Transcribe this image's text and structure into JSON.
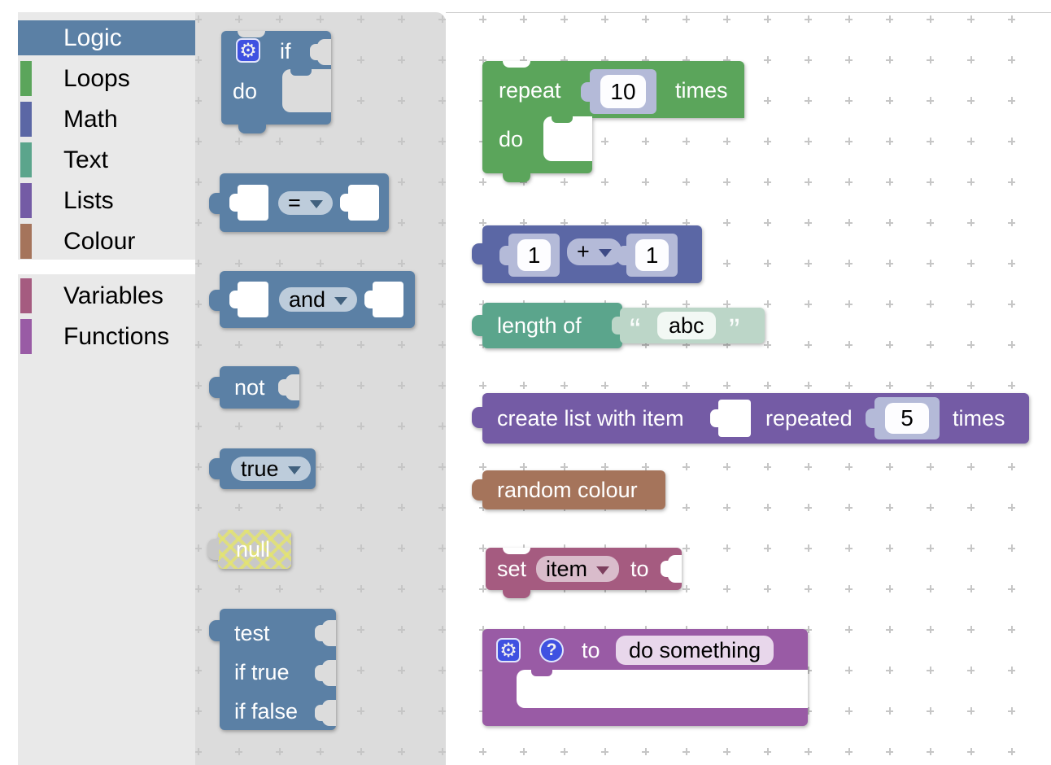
{
  "palette": {
    "logic": "#5b80a5",
    "loops": "#5ba55b",
    "math": "#5b67a5",
    "text": "#5ba58c",
    "lists": "#745ba5",
    "colour": "#a5745b",
    "variables": "#a55b80",
    "functions": "#995ba5",
    "disabled_gray": "#c8c8c8",
    "flyout_bg": "#dcdcdc",
    "toolbox_bg": "#e9e9e9",
    "mutator_icon_blue": "#3f51e1"
  },
  "toolbox": {
    "categories": [
      {
        "label": "Logic",
        "color": "#5b80a5",
        "selected": true
      },
      {
        "label": "Loops",
        "color": "#5ba55b",
        "selected": false
      },
      {
        "label": "Math",
        "color": "#5b67a5",
        "selected": false
      },
      {
        "label": "Text",
        "color": "#5ba58c",
        "selected": false
      },
      {
        "label": "Lists",
        "color": "#745ba5",
        "selected": false
      },
      {
        "label": "Colour",
        "color": "#a5745b",
        "selected": false
      },
      {
        "label": "Variables",
        "color": "#a55b80",
        "selected": false
      },
      {
        "label": "Functions",
        "color": "#995ba5",
        "selected": false
      }
    ]
  },
  "flyout": {
    "if_block": {
      "if_label": "if",
      "do_label": "do"
    },
    "compare_block": {
      "operator": "="
    },
    "logic_op_block": {
      "operator": "and"
    },
    "not_block": {
      "label": "not"
    },
    "boolean_block": {
      "value": "true"
    },
    "null_block": {
      "label": "null"
    },
    "ternary_block": {
      "test_label": "test",
      "if_true_label": "if true",
      "if_false_label": "if false"
    }
  },
  "workspace": {
    "repeat_block": {
      "repeat_label": "repeat",
      "count": "10",
      "times_label": "times",
      "do_label": "do"
    },
    "arithmetic_block": {
      "left_value": "1",
      "operator": "+",
      "right_value": "1"
    },
    "length_block": {
      "label": "length of",
      "open_quote": "“",
      "text_value": "abc",
      "close_quote": "”"
    },
    "create_list_block": {
      "label": "create list with item",
      "repeated_label": "repeated",
      "count": "5",
      "times_label": "times"
    },
    "random_colour_block": {
      "label": "random colour"
    },
    "set_block": {
      "set_label": "set",
      "variable": "item",
      "to_label": "to"
    },
    "function_block": {
      "to_label": "to",
      "name": "do something"
    }
  },
  "icons": {
    "gear": "⚙",
    "help": "?"
  }
}
